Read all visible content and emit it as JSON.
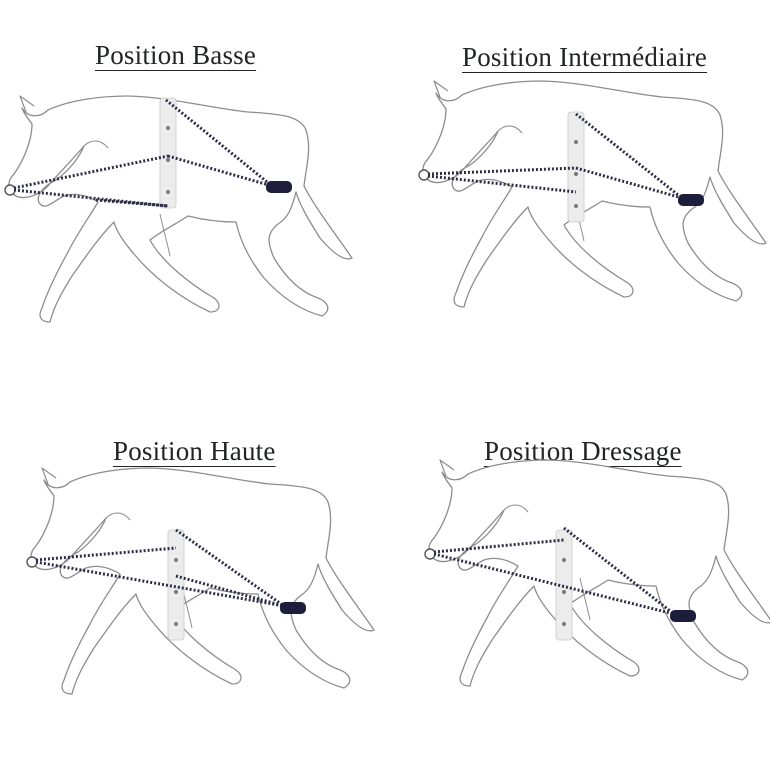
{
  "panels": [
    {
      "title": "Position Basse"
    },
    {
      "title": "Position Intermédiaire"
    },
    {
      "title": "Position Haute"
    },
    {
      "title": "Position Dressage"
    }
  ],
  "colors": {
    "outline": "#8a8a8a",
    "rope": "#2c2e48",
    "saddle_pad": "#e8e8e8",
    "buckle": "#1c1e3c",
    "text": "#222428"
  },
  "icons": [
    "horse-outline-icon",
    "rope-line",
    "tail-buckle-icon",
    "bit-ring-icon"
  ]
}
